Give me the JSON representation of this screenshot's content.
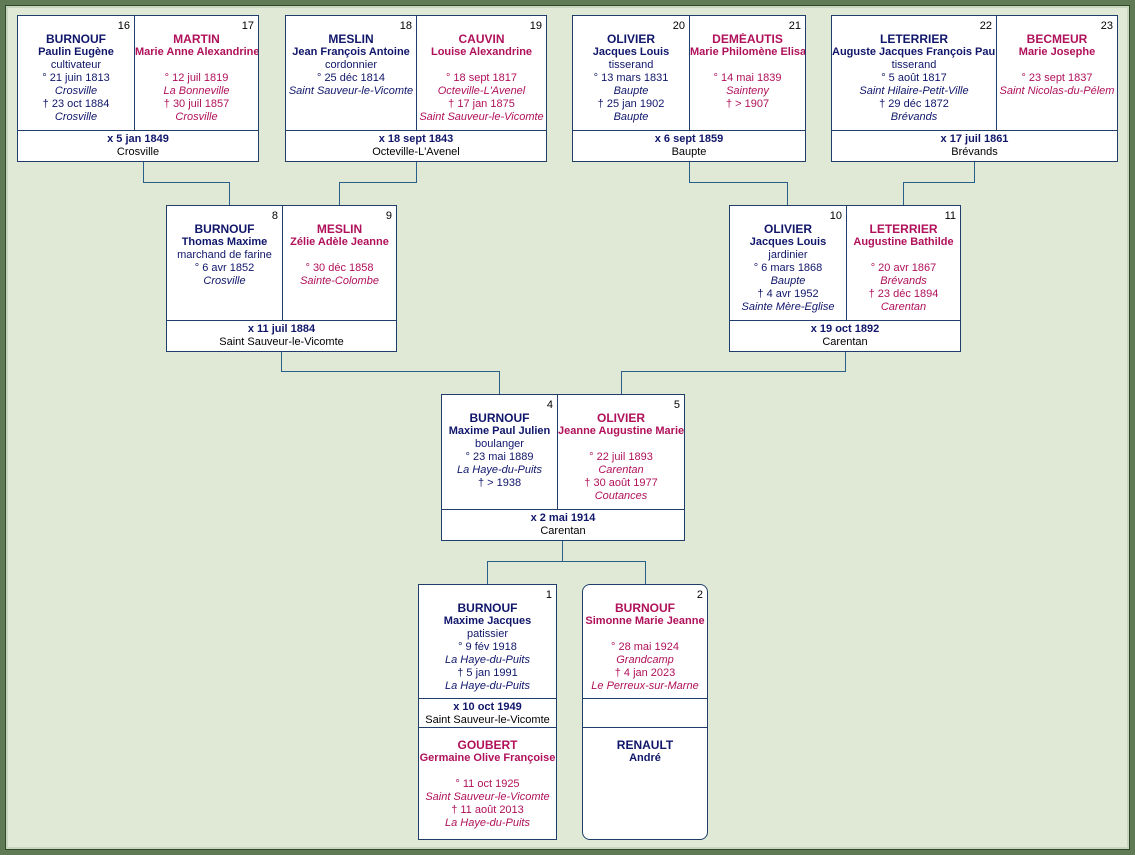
{
  "people": {
    "p16": {
      "num": "16",
      "surname": "BURNOUF",
      "given": "Paulin Eugène",
      "job": "cultivateur",
      "birth": "° 21 juin 1813",
      "birth_place": "Crosville",
      "death": "† 23 oct 1884",
      "death_place": "Crosville"
    },
    "p17": {
      "num": "17",
      "surname": "MARTIN",
      "given": "Marie Anne Alexandrine",
      "job": "",
      "birth": "° 12 juil 1819",
      "birth_place": "La Bonneville",
      "death": "† 30 juil 1857",
      "death_place": "Crosville"
    },
    "p18": {
      "num": "18",
      "surname": "MESLIN",
      "given": "Jean François Antoine",
      "job": "cordonnier",
      "birth": "° 25 déc 1814",
      "birth_place": "Saint Sauveur-le-Vicomte",
      "death": "",
      "death_place": ""
    },
    "p19": {
      "num": "19",
      "surname": "CAUVIN",
      "given": "Louise Alexandrine",
      "job": "",
      "birth": "° 18 sept 1817",
      "birth_place": "Octeville-L'Avenel",
      "death": "† 17 jan 1875",
      "death_place": "Saint Sauveur-le-Vicomte"
    },
    "p20": {
      "num": "20",
      "surname": "OLIVIER",
      "given": "Jacques Louis",
      "job": "tisserand",
      "birth": "° 13 mars 1831",
      "birth_place": "Baupte",
      "death": "† 25 jan 1902",
      "death_place": "Baupte"
    },
    "p21": {
      "num": "21",
      "surname": "DEMÉAUTIS",
      "given": "Marie Philomène Elisa",
      "job": "",
      "birth": "° 14 mai 1839",
      "birth_place": "Sainteny",
      "death": "† > 1907",
      "death_place": ""
    },
    "p22": {
      "num": "22",
      "surname": "LETERRIER",
      "given": "Auguste Jacques François Paul",
      "job": "tisserand",
      "birth": "° 5 août 1817",
      "birth_place": "Saint Hilaire-Petit-Ville",
      "death": "† 29 déc 1872",
      "death_place": "Brévands"
    },
    "p23": {
      "num": "23",
      "surname": "BECMEUR",
      "given": "Marie Josephe",
      "job": "",
      "birth": "° 23 sept 1837",
      "birth_place": "Saint Nicolas-du-Pélem",
      "death": "",
      "death_place": ""
    },
    "p8": {
      "num": "8",
      "surname": "BURNOUF",
      "given": "Thomas Maxime",
      "job": "marchand de farine",
      "birth": "° 6 avr 1852",
      "birth_place": "Crosville",
      "death": "",
      "death_place": ""
    },
    "p9": {
      "num": "9",
      "surname": "MESLIN",
      "given": "Zélie Adèle Jeanne",
      "job": "",
      "birth": "° 30 déc 1858",
      "birth_place": "Sainte-Colombe",
      "death": "",
      "death_place": ""
    },
    "p10": {
      "num": "10",
      "surname": "OLIVIER",
      "given": "Jacques Louis",
      "job": "jardinier",
      "birth": "° 6 mars 1868",
      "birth_place": "Baupte",
      "death": "† 4 avr 1952",
      "death_place": "Sainte Mère-Eglise"
    },
    "p11": {
      "num": "11",
      "surname": "LETERRIER",
      "given": "Augustine Bathilde",
      "job": "",
      "birth": "° 20 avr 1867",
      "birth_place": "Brévands",
      "death": "† 23 déc 1894",
      "death_place": "Carentan"
    },
    "p4": {
      "num": "4",
      "surname": "BURNOUF",
      "given": "Maxime Paul Julien",
      "job": "boulanger",
      "birth": "° 23 mai 1889",
      "birth_place": "La Haye-du-Puits",
      "death": "† > 1938",
      "death_place": ""
    },
    "p5": {
      "num": "5",
      "surname": "OLIVIER",
      "given": "Jeanne Augustine Marie",
      "job": "",
      "birth": "° 22 juil 1893",
      "birth_place": "Carentan",
      "death": "† 30 août 1977",
      "death_place": "Coutances"
    },
    "p1": {
      "num": "1",
      "surname": "BURNOUF",
      "given": "Maxime Jacques",
      "job": "patissier",
      "birth": "° 9 fév 1918",
      "birth_place": "La Haye-du-Puits",
      "death": "† 5 jan 1991",
      "death_place": "La Haye-du-Puits"
    },
    "p2": {
      "num": "2",
      "surname": "BURNOUF",
      "given": "Simonne Marie Jeanne",
      "job": "",
      "birth": "° 28 mai 1924",
      "birth_place": "Grandcamp",
      "death": "† 4 jan 2023",
      "death_place": "Le Perreux-sur-Marne"
    },
    "sp1": {
      "num": "",
      "surname": "GOUBERT",
      "given": "Germaine Olive Françoise",
      "job": "",
      "birth": "° 11 oct 1925",
      "birth_place": "Saint Sauveur-le-Vicomte",
      "death": "† 11 août 2013",
      "death_place": "La Haye-du-Puits"
    },
    "sp2": {
      "num": "",
      "surname": "RENAULT",
      "given": "André",
      "job": "",
      "birth": "",
      "birth_place": "",
      "death": "",
      "death_place": ""
    }
  },
  "marriages": {
    "m16": {
      "date": "x 5 jan 1849",
      "place": "Crosville"
    },
    "m18": {
      "date": "x 18 sept 1843",
      "place": "Octeville-L'Avenel"
    },
    "m20": {
      "date": "x 6 sept 1859",
      "place": "Baupte"
    },
    "m22": {
      "date": "x 17 juil 1861",
      "place": "Brévands"
    },
    "m8": {
      "date": "x 11 juil 1884",
      "place": "Saint Sauveur-le-Vicomte"
    },
    "m10": {
      "date": "x 19 oct 1892",
      "place": "Carentan"
    },
    "m4": {
      "date": "x 2 mai 1914",
      "place": "Carentan"
    },
    "m1": {
      "date": "x 10 oct 1949",
      "place": "Saint Sauveur-le-Vicomte"
    },
    "m2": {
      "date": "",
      "place": ""
    }
  },
  "colors": {
    "male": "#10166a",
    "female": "#b0115a",
    "border": "#1f3f6a",
    "connector": "#2a5f8a",
    "background": "#dfe9d6"
  }
}
